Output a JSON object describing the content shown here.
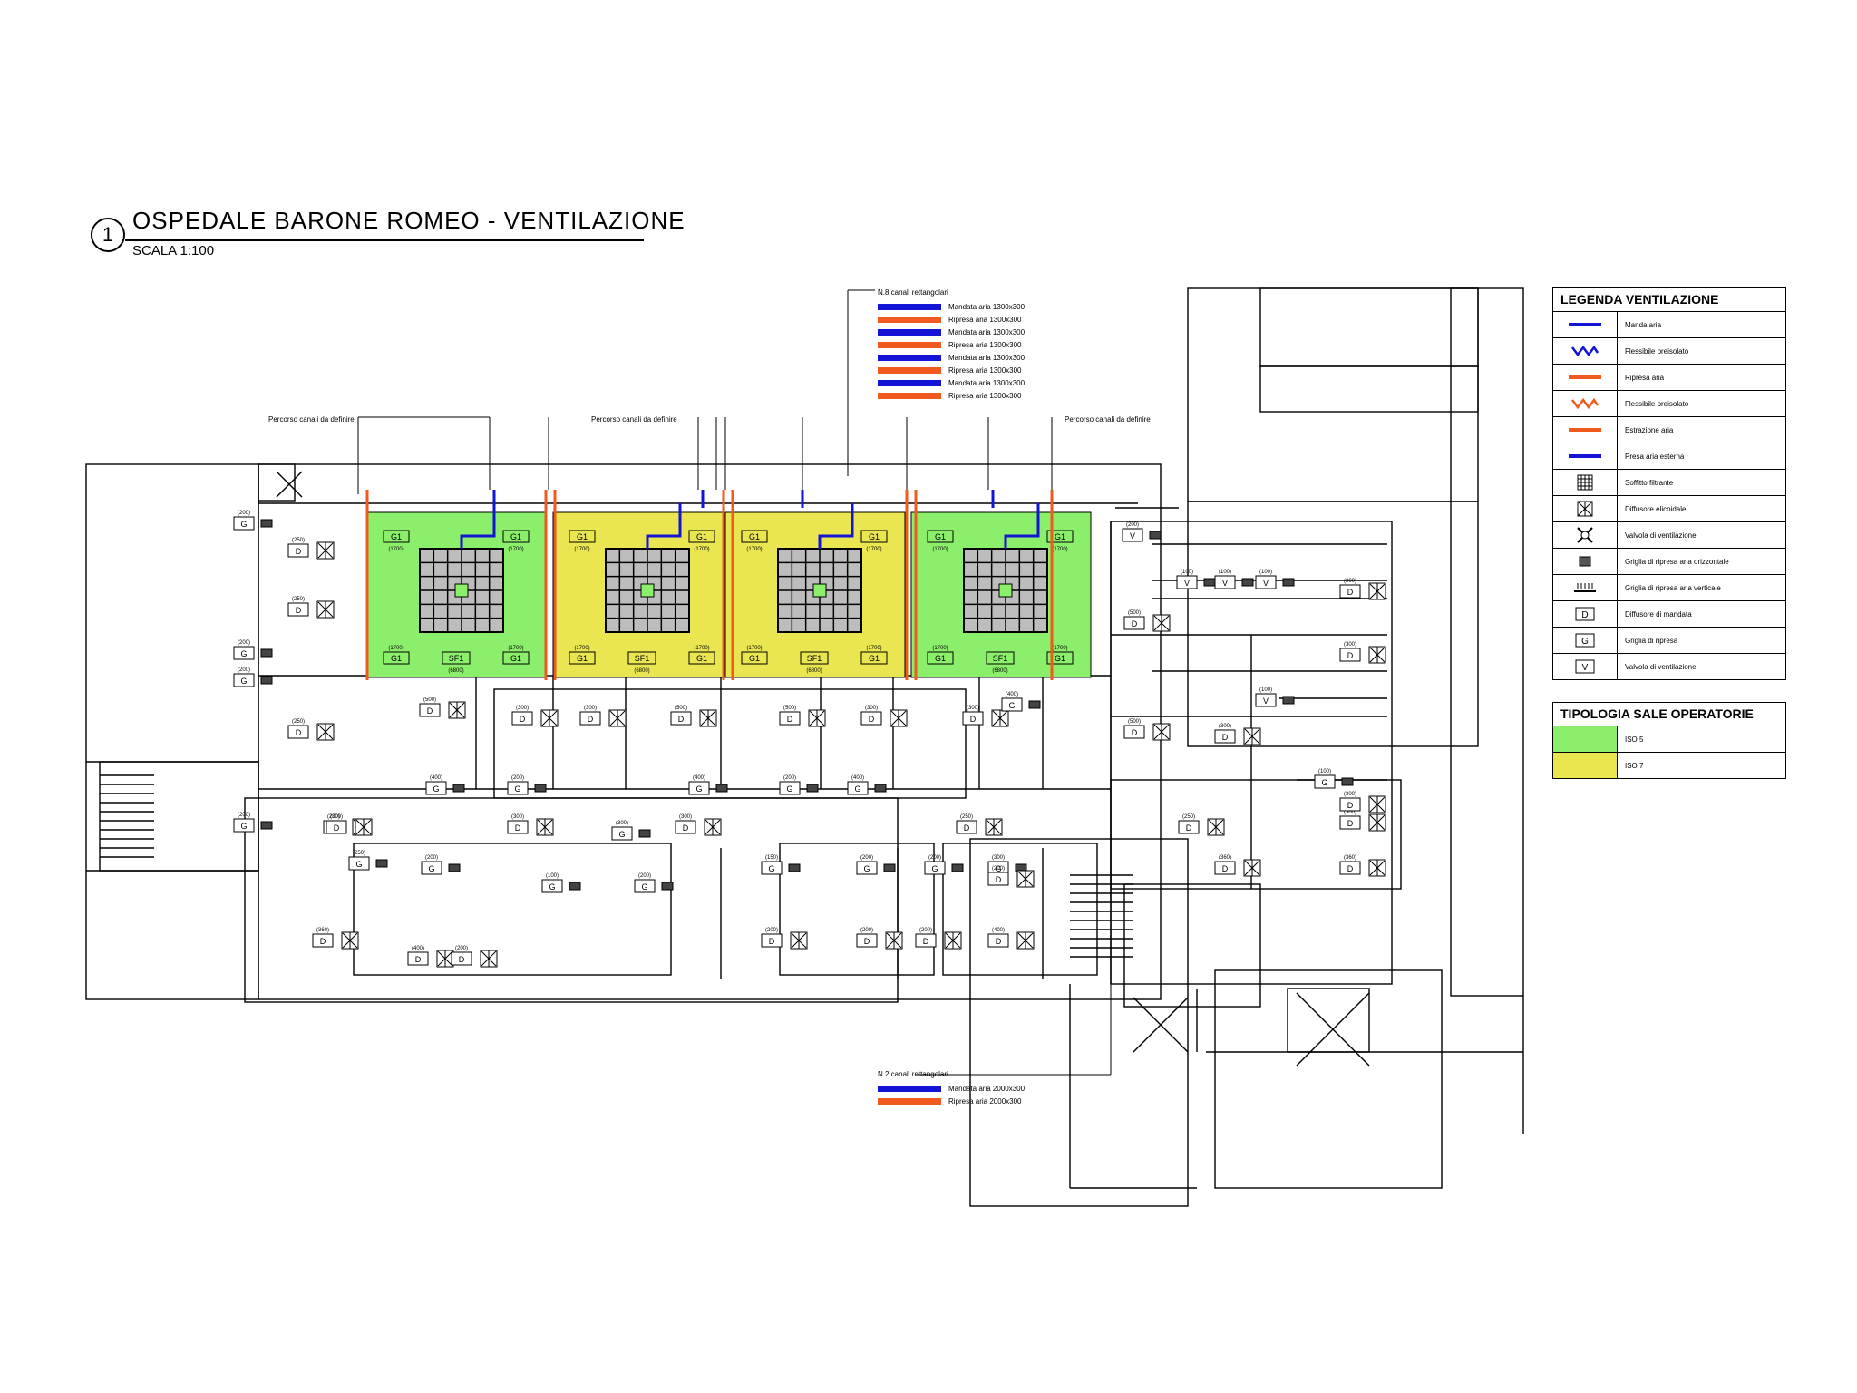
{
  "title": {
    "number": "1",
    "main": "OSPEDALE BARONE ROMEO - VENTILAZIONE",
    "scale": "SCALA 1:100"
  },
  "colors": {
    "mandata": "#1414d6",
    "ripresa": "#f05a1e",
    "iso5": "#8bef6b",
    "iso7": "#e9e651"
  },
  "legend": {
    "heading": "LEGENDA VENTILAZIONE",
    "items": [
      {
        "symbol": "line-blue-icon",
        "label": "Manda aria"
      },
      {
        "symbol": "zigzag-blue-icon",
        "label": "Flessibile preisolato"
      },
      {
        "symbol": "line-orange-icon",
        "label": "Ripresa aria"
      },
      {
        "symbol": "zigzag-orange-icon",
        "label": "Flessibile preisolato"
      },
      {
        "symbol": "line-orange-icon",
        "label": "Estrazione aria"
      },
      {
        "symbol": "line-blue-icon",
        "label": "Presa aria esterna"
      },
      {
        "symbol": "filter-ceiling-icon",
        "label": "Soffitto filtrante"
      },
      {
        "symbol": "helical-diffuser-icon",
        "label": "Diffusore elicoidale"
      },
      {
        "symbol": "ventilation-valve-icon",
        "label": "Valvola di ventilazione"
      },
      {
        "symbol": "horizontal-return-grille-icon",
        "label": "Griglia di ripresa aria orizzontale"
      },
      {
        "symbol": "vertical-return-grille-icon",
        "label": "Griglia di ripresa aria verticale"
      },
      {
        "symbol": "box-D-icon",
        "label": "Diffusore di mandata"
      },
      {
        "symbol": "box-G-icon",
        "label": "Griglia di ripresa"
      },
      {
        "symbol": "box-V-icon",
        "label": "Valvola di ventilazione"
      }
    ]
  },
  "legend_rooms": {
    "heading": "TIPOLOGIA SALE OPERATORIE",
    "items": [
      {
        "color": "#8bef6b",
        "label": "ISO 5"
      },
      {
        "color": "#e9e651",
        "label": "ISO 7"
      }
    ]
  },
  "ducts_top": {
    "heading": "N.8 canali rettangolari",
    "items": [
      {
        "kind": "mandata",
        "label": "Mandata aria 1300x300"
      },
      {
        "kind": "ripresa",
        "label": "Ripresa aria 1300x300"
      },
      {
        "kind": "mandata",
        "label": "Mandata aria 1300x300"
      },
      {
        "kind": "ripresa",
        "label": "Ripresa aria 1300x300"
      },
      {
        "kind": "mandata",
        "label": "Mandata aria 1300x300"
      },
      {
        "kind": "ripresa",
        "label": "Ripresa aria 1300x300"
      },
      {
        "kind": "mandata",
        "label": "Mandata aria 1300x300"
      },
      {
        "kind": "ripresa",
        "label": "Ripresa aria 1300x300"
      }
    ]
  },
  "ducts_bottom": {
    "heading": "N.2 canali rettangolari",
    "items": [
      {
        "kind": "mandata",
        "label": "Mandata aria 2000x300"
      },
      {
        "kind": "ripresa",
        "label": "Ripresa aria 2000x300"
      }
    ]
  },
  "notes": {
    "percorso": "Percorso canali da definire"
  },
  "operating_rooms": [
    {
      "iso": "ISO 5",
      "grille": "G1",
      "grille_flow": "(1700)",
      "supply": "SF1",
      "supply_flow": "(6800)"
    },
    {
      "iso": "ISO 7",
      "grille": "G1",
      "grille_flow": "(1700)",
      "supply": "SF1",
      "supply_flow": "(6800)"
    },
    {
      "iso": "ISO 7",
      "grille": "G1",
      "grille_flow": "(1700)",
      "supply": "SF1",
      "supply_flow": "(6800)"
    },
    {
      "iso": "ISO 5",
      "grille": "G1",
      "grille_flow": "(1700)",
      "supply": "SF1",
      "supply_flow": "(6800)"
    }
  ],
  "terminals": [
    {
      "type": "G",
      "flow": "(200)"
    },
    {
      "type": "D",
      "flow": "(250)"
    },
    {
      "type": "D",
      "flow": "(250)"
    },
    {
      "type": "G",
      "flow": "(200)"
    },
    {
      "type": "G",
      "flow": "(200)"
    },
    {
      "type": "D",
      "flow": "(250)"
    },
    {
      "type": "G",
      "flow": "(200)"
    },
    {
      "type": "D",
      "flow": "(200)"
    },
    {
      "type": "G",
      "flow": "(250)"
    },
    {
      "type": "D",
      "flow": "(360)"
    },
    {
      "type": "D",
      "flow": "(500)"
    },
    {
      "type": "D",
      "flow": "(300)"
    },
    {
      "type": "D",
      "flow": "(300)"
    },
    {
      "type": "D",
      "flow": "(500)"
    },
    {
      "type": "D",
      "flow": "(500)"
    },
    {
      "type": "D",
      "flow": "(300)"
    },
    {
      "type": "D",
      "flow": "(300)"
    },
    {
      "type": "G",
      "flow": "(400)"
    },
    {
      "type": "G",
      "flow": "(200)"
    },
    {
      "type": "G",
      "flow": "(400)"
    },
    {
      "type": "G",
      "flow": "(200)"
    },
    {
      "type": "G",
      "flow": "(400)"
    },
    {
      "type": "D",
      "flow": "(300)"
    },
    {
      "type": "D",
      "flow": "(300)"
    },
    {
      "type": "G",
      "flow": "(300)"
    },
    {
      "type": "G",
      "flow": "(200)"
    },
    {
      "type": "G",
      "flow": "(100)"
    },
    {
      "type": "G",
      "flow": "(200)"
    },
    {
      "type": "D",
      "flow": "(300)"
    },
    {
      "type": "D",
      "flow": "(250)"
    },
    {
      "type": "G",
      "flow": "(150)"
    },
    {
      "type": "G",
      "flow": "(200)"
    },
    {
      "type": "G",
      "flow": "(200)"
    },
    {
      "type": "G",
      "flow": "(300)"
    },
    {
      "type": "D",
      "flow": "(200)"
    },
    {
      "type": "D",
      "flow": "(200)"
    },
    {
      "type": "D",
      "flow": "(200)"
    },
    {
      "type": "D",
      "flow": "(400)"
    },
    {
      "type": "D",
      "flow": "(200)"
    },
    {
      "type": "D",
      "flow": "(400)"
    },
    {
      "type": "D",
      "flow": "(200)"
    },
    {
      "type": "G",
      "flow": "(400)"
    },
    {
      "type": "D",
      "flow": "(500)"
    },
    {
      "type": "D",
      "flow": "(500)"
    },
    {
      "type": "D",
      "flow": "(300)"
    },
    {
      "type": "G",
      "flow": "(100)"
    },
    {
      "type": "D",
      "flow": "(250)"
    },
    {
      "type": "D",
      "flow": "(360)"
    },
    {
      "type": "D",
      "flow": "(360)"
    },
    {
      "type": "D",
      "flow": "(300)"
    },
    {
      "type": "D",
      "flow": "(300)"
    },
    {
      "type": "V",
      "flow": "(200)"
    },
    {
      "type": "V",
      "flow": "(100)"
    },
    {
      "type": "V",
      "flow": "(100)"
    },
    {
      "type": "V",
      "flow": "(100)"
    },
    {
      "type": "V",
      "flow": "(100)"
    },
    {
      "type": "D",
      "flow": "(300)"
    },
    {
      "type": "D",
      "flow": "(300)"
    }
  ]
}
